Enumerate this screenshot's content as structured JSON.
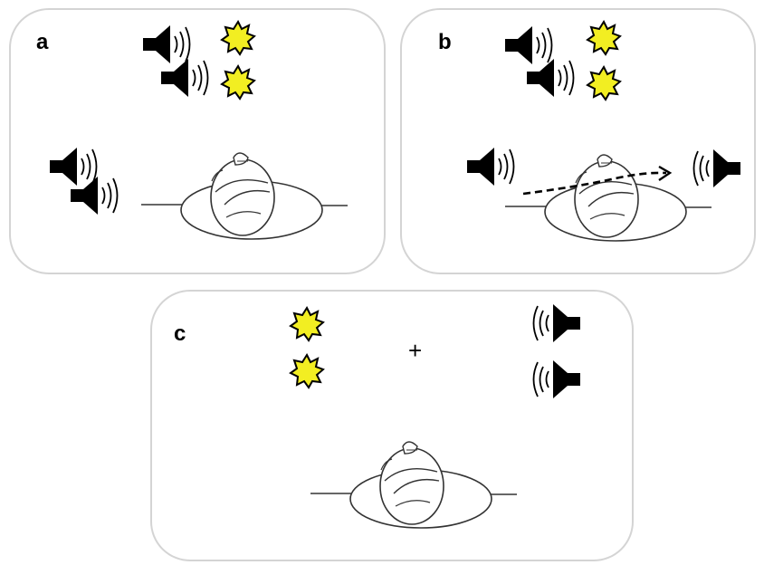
{
  "panels": {
    "a": {
      "label": "a"
    },
    "b": {
      "label": "b"
    },
    "c": {
      "label": "c",
      "fixation": "+"
    }
  },
  "colors": {
    "flash_fill": "#f2ee22",
    "flash_stroke": "#000000",
    "speaker": "#000000",
    "panel_border": "#d4d4d4"
  },
  "icons": [
    "speaker-icon",
    "flash-icon",
    "head-icon",
    "motion-arrow-icon"
  ]
}
